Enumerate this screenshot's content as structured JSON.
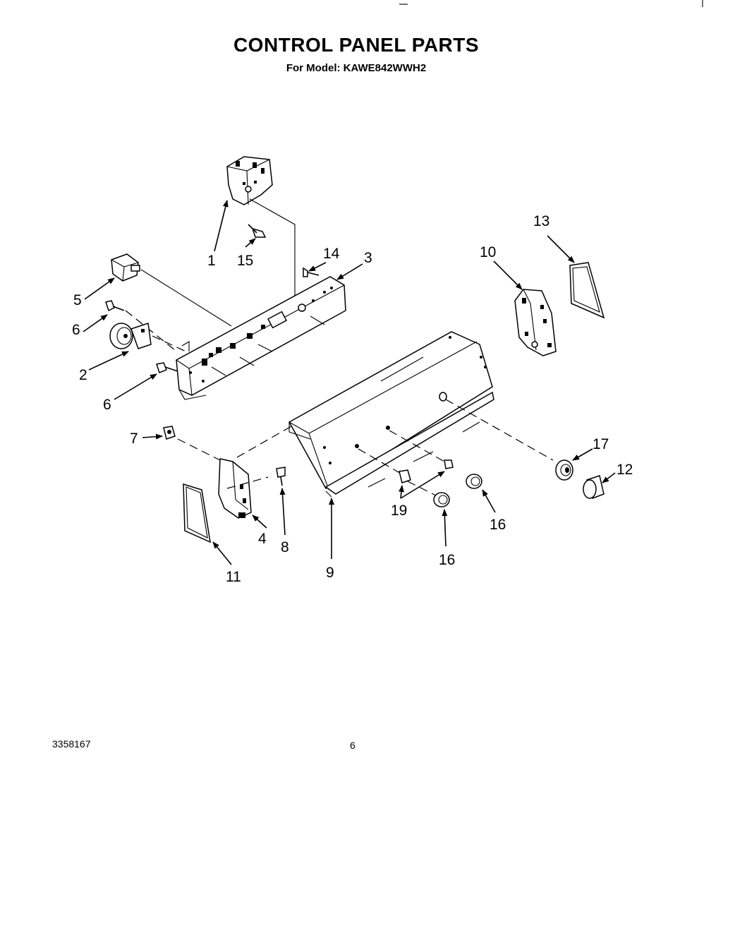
{
  "header": {
    "title": "CONTROL PANEL PARTS",
    "subtitle": "For Model: KAWE842WWH2"
  },
  "footer": {
    "document_number": "3358167",
    "page_number": "6"
  },
  "callouts": {
    "c1": "1",
    "c15": "15",
    "c14": "14",
    "c3": "3",
    "c5": "5",
    "c6a": "6",
    "c2": "2",
    "c6b": "6",
    "c7": "7",
    "c4": "4",
    "c8": "8",
    "c11": "11",
    "c9": "9",
    "c19": "19",
    "c16a": "16",
    "c16b": "16",
    "c17": "17",
    "c12": "12",
    "c13": "13",
    "c10": "10"
  }
}
